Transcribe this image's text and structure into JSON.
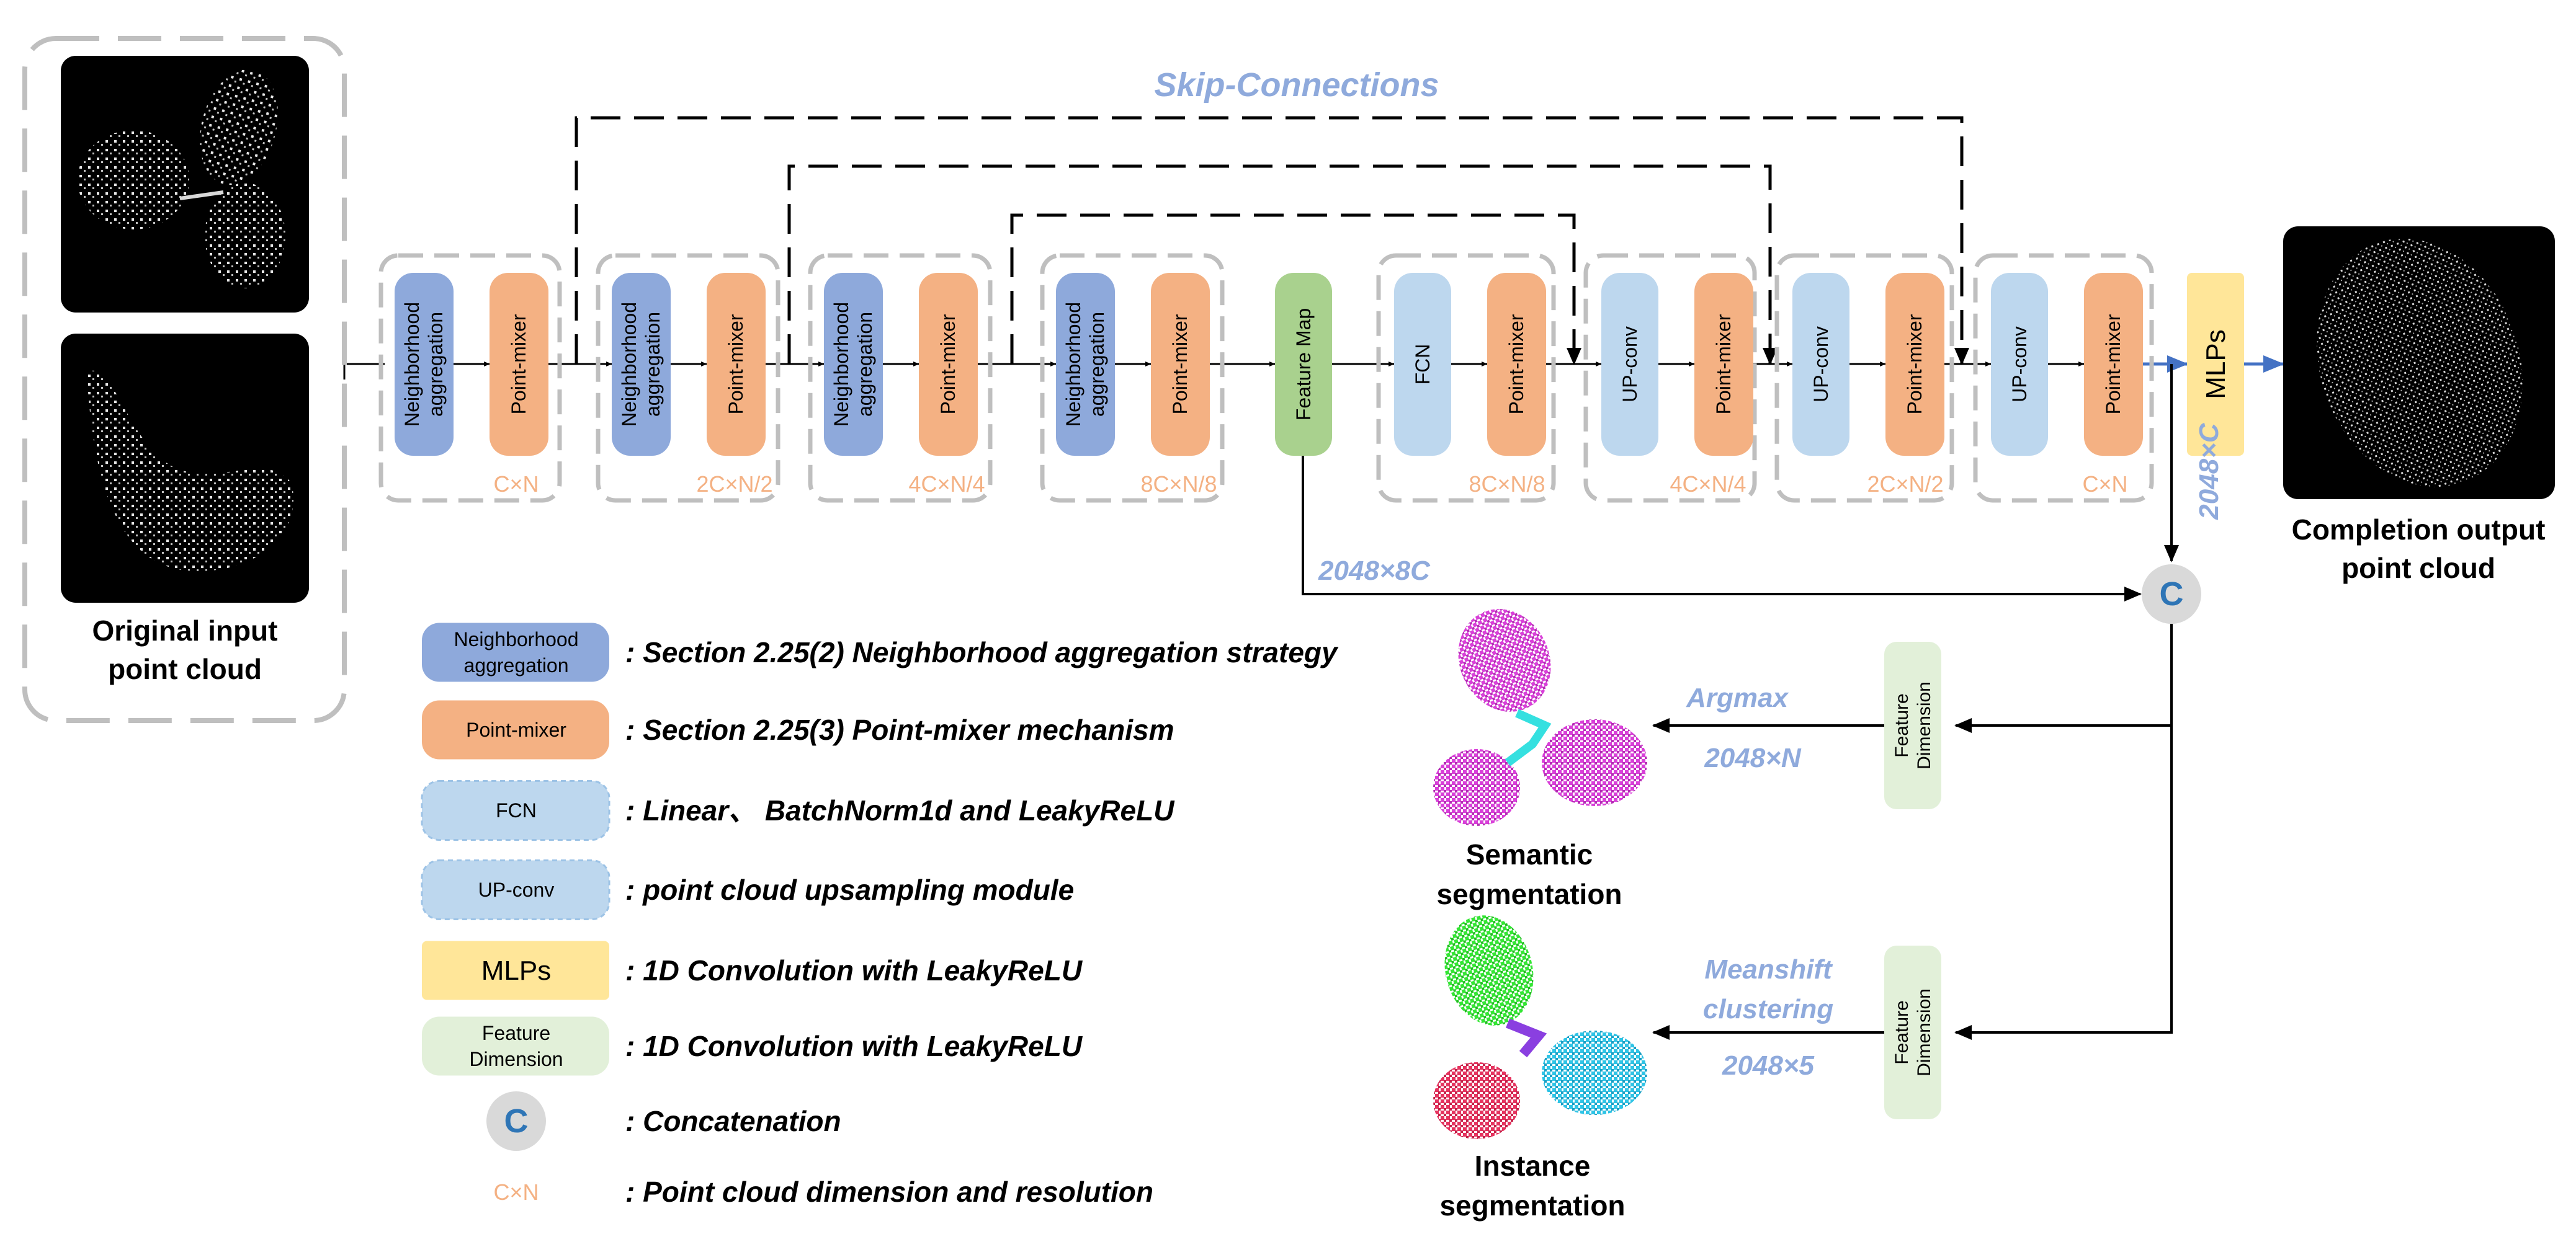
{
  "skip_connections_label": "Skip-Connections",
  "input": {
    "caption": [
      "Original input",
      "point cloud"
    ],
    "image_descriptions": [
      "leaf-plant-point-cloud",
      "partial-leaf-point-cloud"
    ]
  },
  "encoder": [
    {
      "agg_label": [
        "Neighborhood",
        "aggregation"
      ],
      "mixer_label": "Point-mixer",
      "dim": "C×N"
    },
    {
      "agg_label": [
        "Neighborhood",
        "aggregation"
      ],
      "mixer_label": "Point-mixer",
      "dim": "2C×N/2"
    },
    {
      "agg_label": [
        "Neighborhood",
        "aggregation"
      ],
      "mixer_label": "Point-mixer",
      "dim": "4C×N/4"
    },
    {
      "agg_label": [
        "Neighborhood",
        "aggregation"
      ],
      "mixer_label": "Point-mixer",
      "dim": "8C×N/8"
    }
  ],
  "feature_map_label": "Feature Map",
  "decoder": [
    {
      "first_label": "FCN",
      "mixer_label": "Point-mixer",
      "dim": "8C×N/8"
    },
    {
      "first_label": "UP-conv",
      "mixer_label": "Point-mixer",
      "dim": "4C×N/4"
    },
    {
      "first_label": "UP-conv",
      "mixer_label": "Point-mixer",
      "dim": "2C×N/2"
    },
    {
      "first_label": "UP-conv",
      "mixer_label": "Point-mixer",
      "dim": "C×N"
    }
  ],
  "mlps_label": "MLPs",
  "output_caption": [
    "Completion output",
    "point cloud"
  ],
  "dim_labels": {
    "feature_map": "2048×8C",
    "decoder_out": "2048×C",
    "semantic": "2048×N",
    "instance": "2048×5"
  },
  "concat_symbol": "C",
  "heads": {
    "semantic": {
      "op": [
        "Argmax"
      ],
      "feature_label": [
        "Feature",
        "Dimension"
      ],
      "caption": [
        "Semantic",
        "segmentation"
      ]
    },
    "instance": {
      "op": [
        "Meanshift",
        "clustering"
      ],
      "feature_label": [
        "Feature",
        "Dimension"
      ],
      "caption": [
        "Instance",
        "segmentation"
      ]
    }
  },
  "legend": [
    {
      "kind": "agg",
      "label": [
        "Neighborhood",
        "aggregation"
      ],
      "desc": ": Section 2.25(2) Neighborhood aggregation strategy"
    },
    {
      "kind": "mixer",
      "label": [
        "Point-mixer"
      ],
      "desc": ": Section 2.25(3) Point-mixer mechanism"
    },
    {
      "kind": "fcn",
      "label": [
        "FCN"
      ],
      "desc": ": Linear、 BatchNorm1d and LeakyReLU"
    },
    {
      "kind": "upconv",
      "label": [
        "UP-conv"
      ],
      "desc": ": point cloud upsampling module"
    },
    {
      "kind": "mlps",
      "label": [
        "MLPs"
      ],
      "desc": ": 1D Convolution with LeakyReLU"
    },
    {
      "kind": "featdim",
      "label": [
        "Feature",
        "Dimension"
      ],
      "desc": ": 1D Convolution with LeakyReLU"
    },
    {
      "kind": "concat",
      "label": [
        "C"
      ],
      "desc": ": Concatenation"
    },
    {
      "kind": "dim",
      "label": [
        "C×N"
      ],
      "desc": ": Point cloud dimension and resolution"
    }
  ],
  "colors": {
    "agg": "#8ea9db",
    "mixer": "#f4b183",
    "feature_map": "#a9d18e",
    "light_blue": "#bdd7ee",
    "mlps": "#ffe699",
    "featdim": "#e2f0d9",
    "dim_text": "#f4b183",
    "blue_text": "#8faadc",
    "concat_fill": "#d9d9d9",
    "concat_text": "#2e75b6",
    "group_border": "#bfbfbf"
  }
}
